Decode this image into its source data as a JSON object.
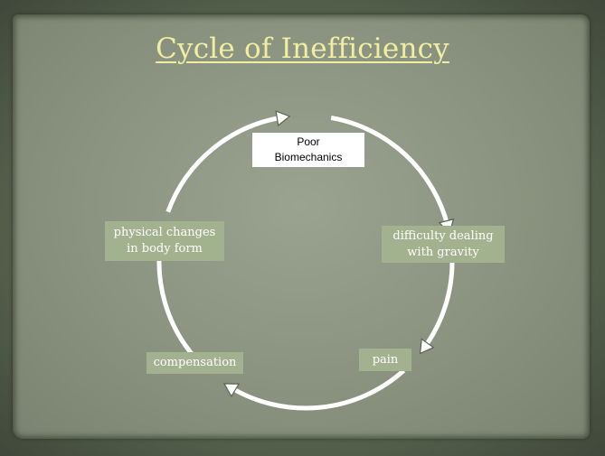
{
  "diagram": {
    "title": "Cycle of Inefficiency",
    "nodes": [
      {
        "id": "poor-biomechanics",
        "label": "Poor\nBiomechanics"
      },
      {
        "id": "difficulty-dealing-with-gravity",
        "label": "difficulty dealing\nwith gravity"
      },
      {
        "id": "pain",
        "label": "pain"
      },
      {
        "id": "compensation",
        "label": "compensation"
      },
      {
        "id": "physical-changes",
        "label": "physical changes\nin body form"
      }
    ],
    "edges": [
      {
        "from": "poor-biomechanics",
        "to": "difficulty-dealing-with-gravity"
      },
      {
        "from": "difficulty-dealing-with-gravity",
        "to": "pain"
      },
      {
        "from": "pain",
        "to": "compensation"
      },
      {
        "from": "compensation",
        "to": "physical-changes"
      },
      {
        "from": "physical-changes",
        "to": "poor-biomechanics"
      }
    ],
    "colors": {
      "background": "#8a937f",
      "title": "#f1eda3",
      "node_fill": "#a2b28f",
      "primary_node_fill": "#ffffff",
      "arrow": "#ffffff"
    }
  }
}
